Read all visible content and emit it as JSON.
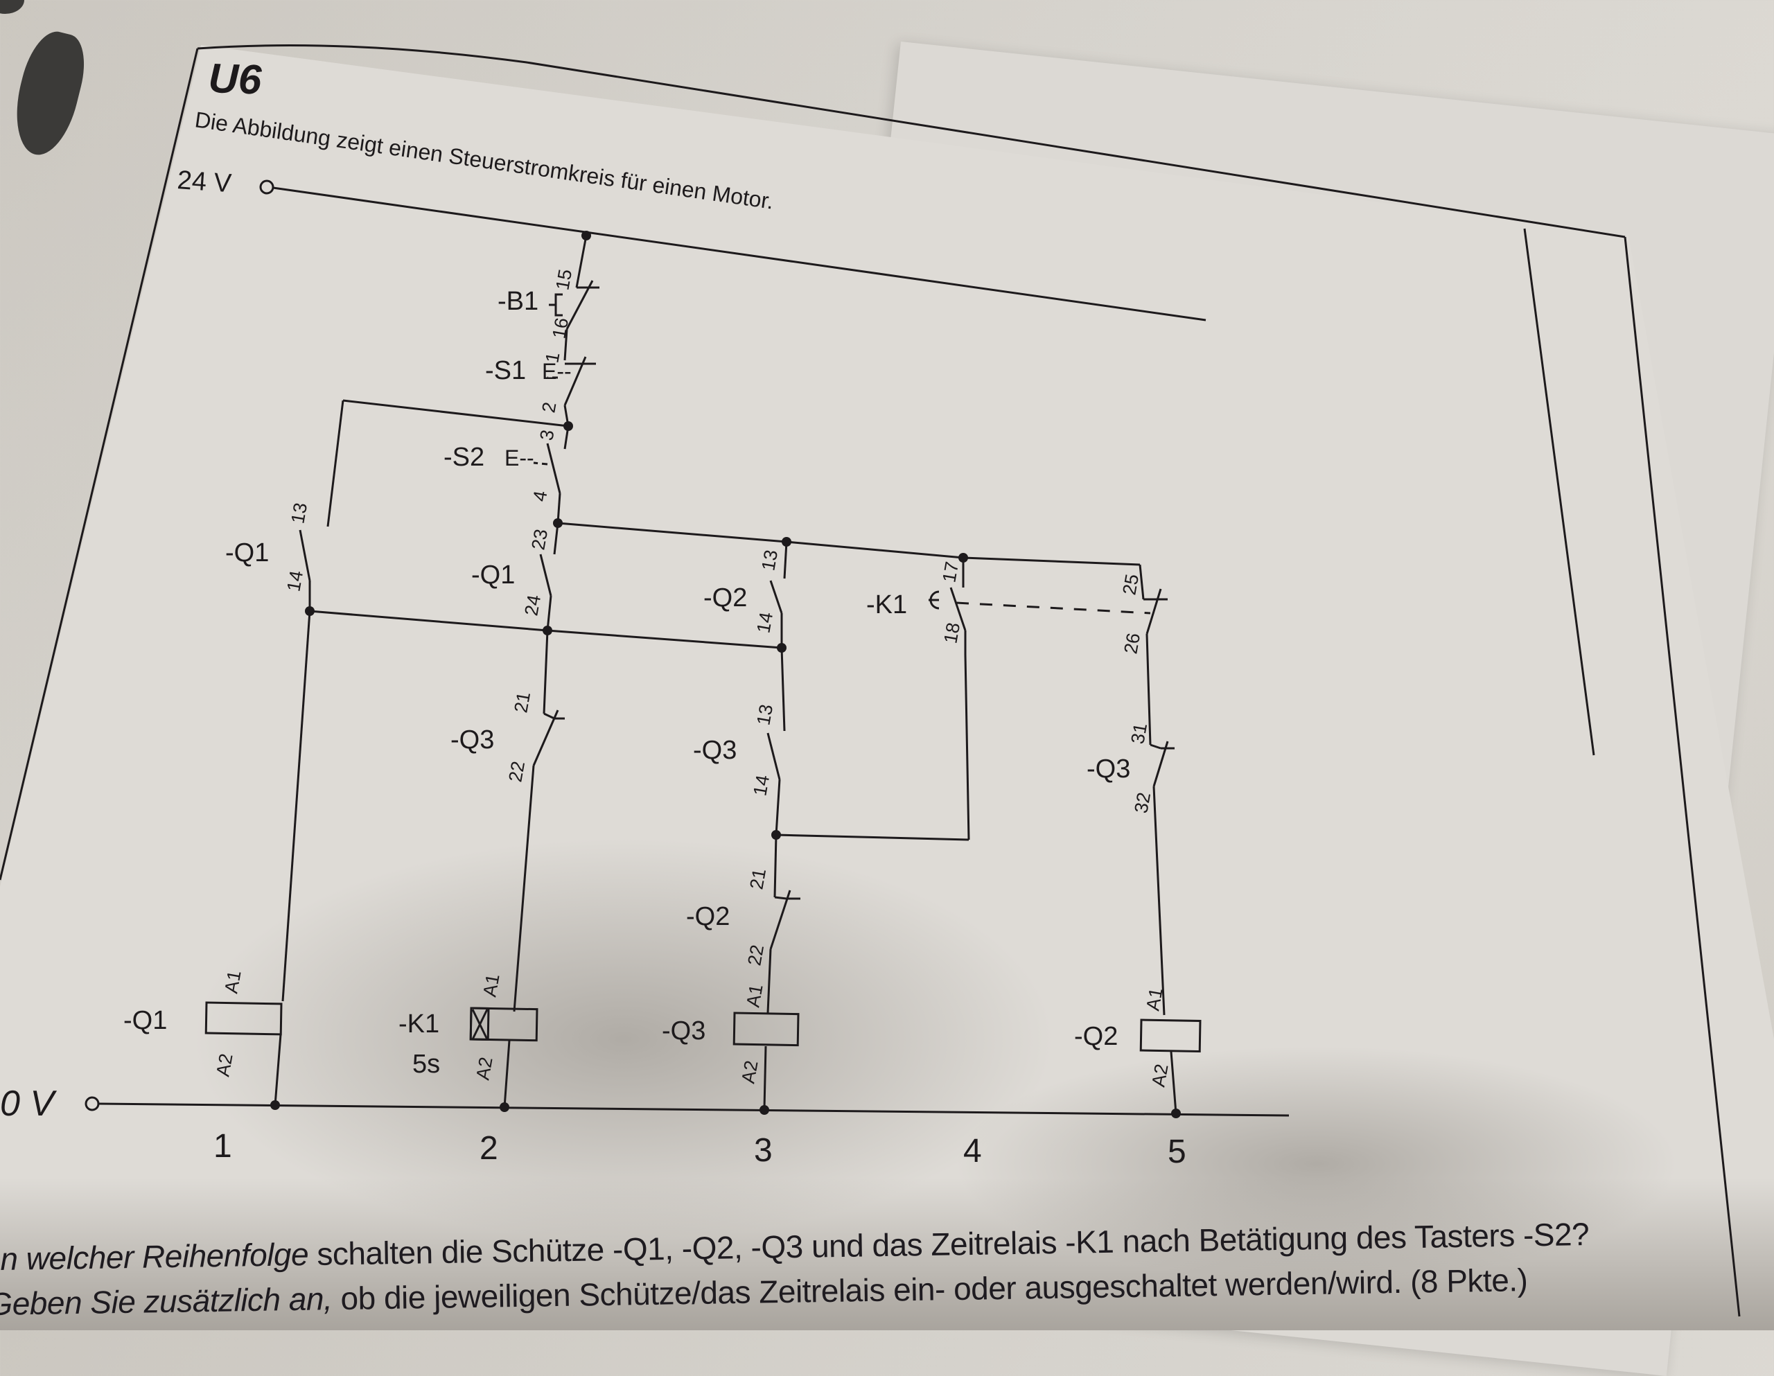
{
  "task": {
    "id": "U6",
    "intro": "Die Abbildung zeigt einen Steuerstromkreis für einen Motor.",
    "question_line1_italic": "n welcher Reihenfolge",
    "question_line1_rest": " schalten die Schütze -Q1, -Q2, -Q3 und das Zeitrelais -K1 nach Betätigung des Tasters -S2?",
    "question_line2_italic": "Geben Sie zusätzlich an,",
    "question_line2_rest": " ob die jeweiligen Schütze/das Zeitrelais ein- oder ausgeschaltet werden/wird. (8 Pkte.)"
  },
  "rails": {
    "top": "24 V",
    "bottom": "0 V"
  },
  "columns": [
    "1",
    "2",
    "3",
    "4",
    "5"
  ],
  "components": {
    "b1": {
      "label": "-B1",
      "pin_in": "15",
      "pin_out": "16",
      "type": "thermal-overload-nc"
    },
    "s1": {
      "label": "-S1",
      "actuator": "E--",
      "pin_in": "1",
      "pin_out": "2",
      "type": "pushbutton-nc"
    },
    "s2": {
      "label": "-S2",
      "actuator": "E--",
      "pin_in": "3",
      "pin_out": "4",
      "type": "pushbutton-no"
    },
    "q1_hold_left": {
      "label": "-Q1",
      "pin_in": "13",
      "pin_out": "14",
      "type": "no-contact"
    },
    "q1_hold_mid": {
      "label": "-Q1",
      "pin_in": "23",
      "pin_out": "24",
      "type": "no-contact"
    },
    "q3_nc_col2": {
      "label": "-Q3",
      "pin_in": "21",
      "pin_out": "22",
      "type": "nc-contact"
    },
    "q2_no_col3": {
      "label": "-Q2",
      "pin_in": "13",
      "pin_out": "14",
      "type": "no-contact"
    },
    "q3_no_col3": {
      "label": "-Q3",
      "pin_in": "13",
      "pin_out": "14",
      "type": "no-contact"
    },
    "q2_nc_col3": {
      "label": "-Q2",
      "pin_in": "21",
      "pin_out": "22",
      "type": "nc-contact"
    },
    "k1_no_col4": {
      "label": "-K1",
      "pin_in": "17",
      "pin_out": "18",
      "type": "on-delay-no-contact"
    },
    "k1_nc_col5": {
      "pin_in": "25",
      "pin_out": "26",
      "type": "nc-contact"
    },
    "q3_nc_col5": {
      "label": "-Q3",
      "pin_in": "31",
      "pin_out": "32",
      "type": "nc-contact"
    },
    "coil_q1": {
      "label": "-Q1",
      "a1": "A1",
      "a2": "A2"
    },
    "coil_k1": {
      "label": "-K1",
      "delay": "5s",
      "a1": "A1",
      "a2": "A2"
    },
    "coil_q3": {
      "label": "-Q3",
      "a1": "A1",
      "a2": "A2"
    },
    "coil_q2": {
      "label": "-Q2",
      "a1": "A1",
      "a2": "A2"
    }
  },
  "colors": {
    "ink": "#1d1a1c",
    "paper": "#dedbd6",
    "background": "#cbc7c0"
  }
}
